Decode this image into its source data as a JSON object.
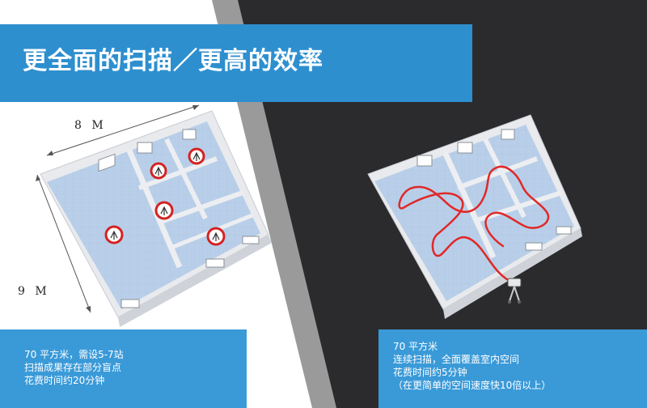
{
  "header": {
    "title": "更全面的扫描／更高的效率"
  },
  "left_panel": {
    "dimension_width": "8 M",
    "dimension_depth": "9 M",
    "caption_lines": [
      "70 平方米，需设5-7站",
      "扫描成果存在部分盲点",
      "花费时间约20分钟"
    ],
    "scan_station_count": 5
  },
  "right_panel": {
    "caption_lines": [
      "70 平方米",
      "连续扫描，全面覆盖室内空间",
      "花费时间约5分钟",
      "（在更简单的空间速度快10倍以上）"
    ]
  },
  "colors": {
    "title_band": "#2e8fcf",
    "caption_band": "#3a9ad8",
    "dark_bg": "#2b2b2e",
    "diagonal_stripe": "#9a9a9a",
    "floor": "#b8cfe8",
    "scan_path": "#e02828",
    "station_marker": "#d42222"
  }
}
